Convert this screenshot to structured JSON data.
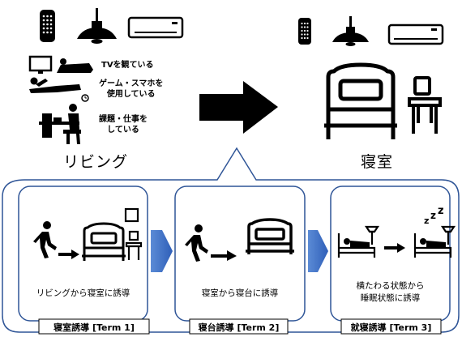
{
  "top": {
    "living_label": "リビング",
    "bedroom_label": "寝室",
    "activities": [
      {
        "label": "TVを観ている"
      },
      {
        "label": "ゲーム・スマホを\n使用している"
      },
      {
        "label": "課題・仕事を\nしている"
      }
    ]
  },
  "stages": [
    {
      "caption": "リビングから寝室に誘導",
      "title": "寝室誘導 [Term 1]"
    },
    {
      "caption": "寝室から寝台に誘導",
      "title": "寝台誘導 [Term 2]"
    },
    {
      "caption": "横たわる状態から\n睡眠状態に誘導",
      "title": "就寝誘導 [Term 3]"
    }
  ],
  "icons": [
    "smart-speaker-icon",
    "ceiling-lamp-icon",
    "air-conditioner-icon",
    "tv-icon",
    "person-lying-icon",
    "person-desk-icon",
    "bed-icon",
    "chair-icon",
    "walking-person-icon",
    "sleeping-icon",
    "arrow-icon"
  ],
  "colors": {
    "frame": "#2f5597",
    "arrow": "#4472c4",
    "ink": "#000000"
  }
}
